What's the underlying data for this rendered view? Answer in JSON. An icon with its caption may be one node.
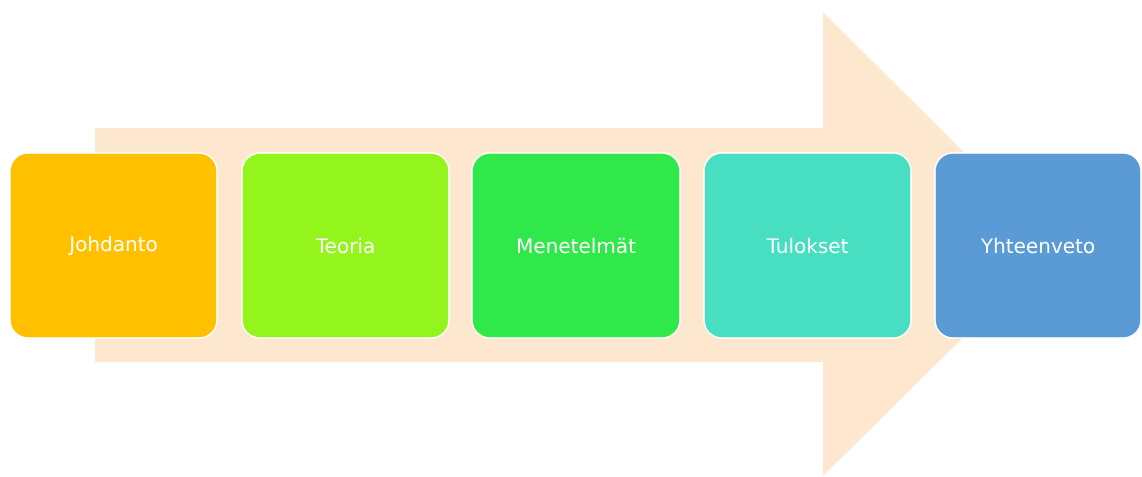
{
  "diagram": {
    "nodes": [
      {
        "text": [
          "Johdanto"
        ]
      },
      {
        "text": [
          "Teoria"
        ]
      },
      {
        "text": [
          "Menetelmät"
        ]
      },
      {
        "text": [
          "Tulokset"
        ]
      },
      {
        "text": [
          "Yhteenveto"
        ]
      }
    ],
    "edges": [
      {
        "from": 0,
        "to": 4,
        "arrow": "to"
      }
    ]
  }
}
